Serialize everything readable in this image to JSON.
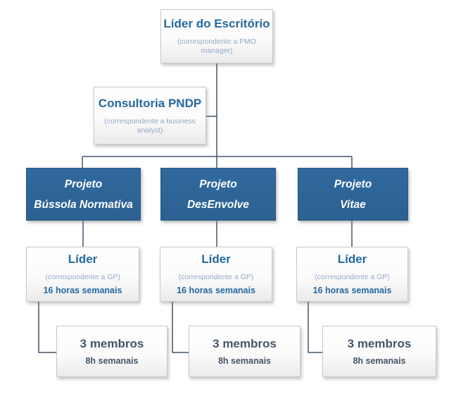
{
  "palette": {
    "box_blue": "#2e689c",
    "heading_blue": "#2569a0",
    "subtitle_blue": "#93a9c7",
    "dark_slate": "#44546a",
    "connector": "#44546a",
    "box_border_gray": "#c9c9c9",
    "background": "#ffffff"
  },
  "org": {
    "root": {
      "title": "Líder do Escritório",
      "subtitle": "(correspondente a PMO manager)"
    },
    "consultant": {
      "title": "Consultoria PNDP",
      "subtitle": "(correspondente a business analyst)"
    },
    "projects": [
      {
        "line1": "Projeto",
        "line2": "Bússola Normativa"
      },
      {
        "line1": "Projeto",
        "line2": "DesEnvolve"
      },
      {
        "line1": "Projeto",
        "line2": "Vitae"
      }
    ],
    "leaders": [
      {
        "title": "Líder",
        "subtitle": "(correspondente a GP)",
        "hours": "16 horas semanais"
      },
      {
        "title": "Líder",
        "subtitle": "(correspondente a GP)",
        "hours": "16 horas semanais"
      },
      {
        "title": "Líder",
        "subtitle": "(correspondente a GP)",
        "hours": "16 horas semanais"
      }
    ],
    "members": [
      {
        "count": "3 membros",
        "hours": "8h semanais"
      },
      {
        "count": "3 membros",
        "hours": "8h semanais"
      },
      {
        "count": "3 membros",
        "hours": "8h semanais"
      }
    ]
  }
}
